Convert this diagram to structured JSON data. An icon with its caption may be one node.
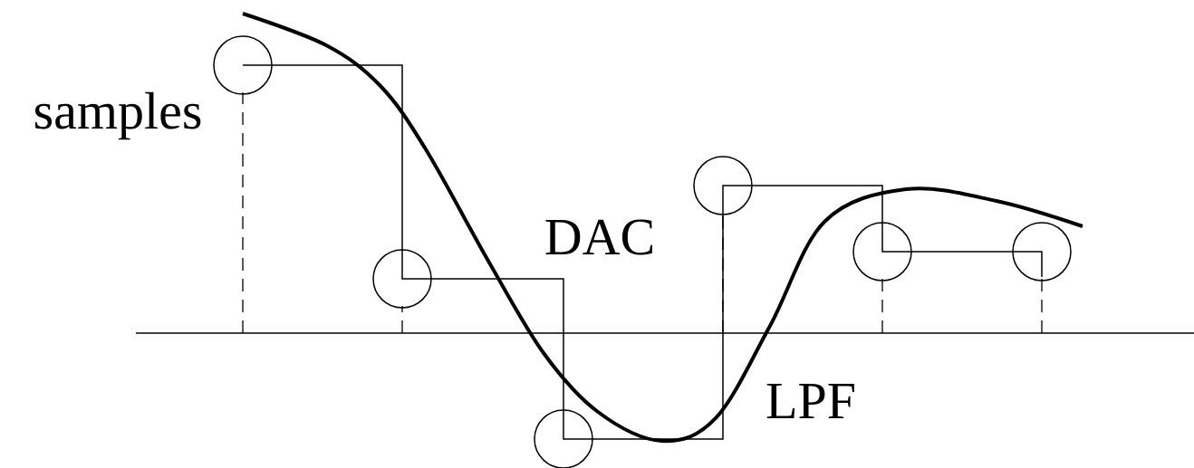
{
  "diagram": {
    "labels": [
      "samples",
      "DAC",
      "LPF"
    ]
  }
}
